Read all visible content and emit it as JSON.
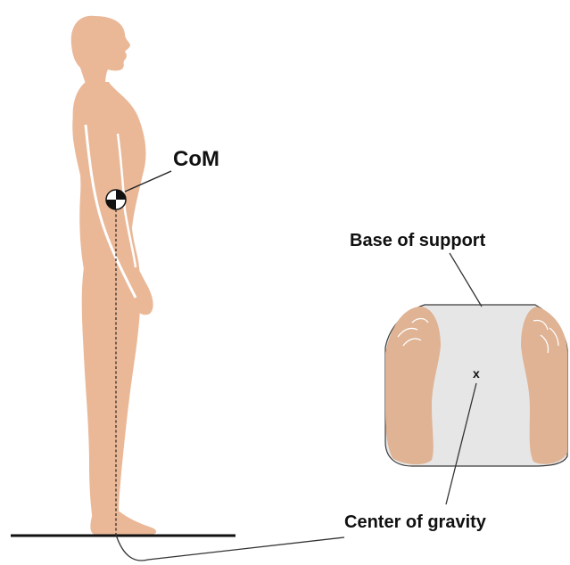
{
  "labels": {
    "com": "CoM",
    "base_of_support": "Base of support",
    "cog_marker": "x",
    "center_of_gravity": "Center of gravity"
  },
  "colors": {
    "skin": "#eab897",
    "support_area": "#e6e6e6",
    "outline": "#3a3a3a",
    "ground": "#111111",
    "text": "#111111"
  }
}
